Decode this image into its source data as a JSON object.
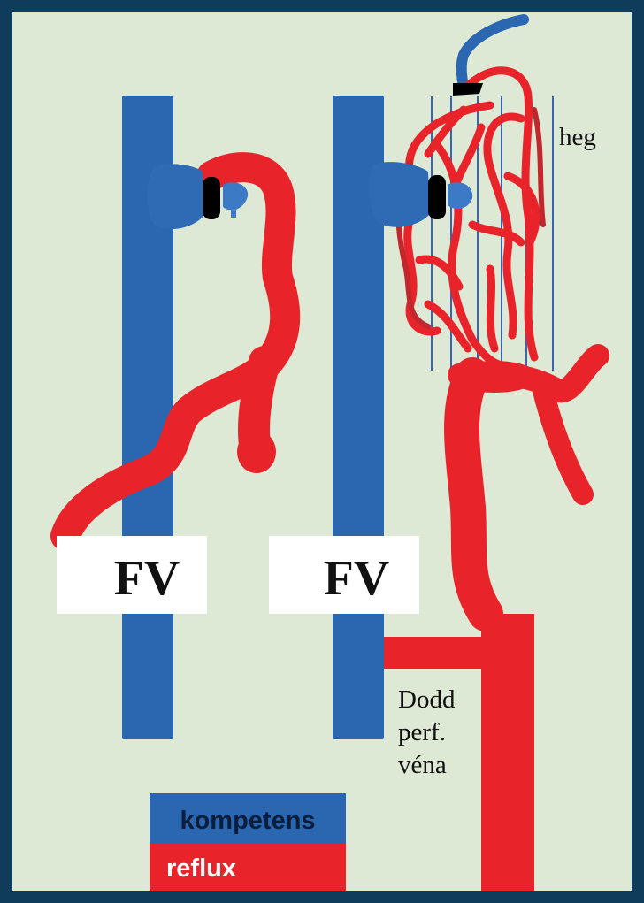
{
  "labels": {
    "fv_left": "FV",
    "fv_right": "FV",
    "scar": "heg",
    "dodd_line1": "Dodd",
    "dodd_line2": "perf.",
    "dodd_line3": "véna"
  },
  "legend": {
    "competent": "kompetens",
    "reflux": "reflux"
  },
  "colors": {
    "background": "#dde9d4",
    "frame": "#0e3c5a",
    "competent_vein": "#2b66b1",
    "reflux_vein": "#e8232a",
    "clip": "#000000",
    "scar_lines": "#3a64b0",
    "legend_competent_text": "#0a1e3c",
    "legend_reflux_text": "#ffffff"
  }
}
